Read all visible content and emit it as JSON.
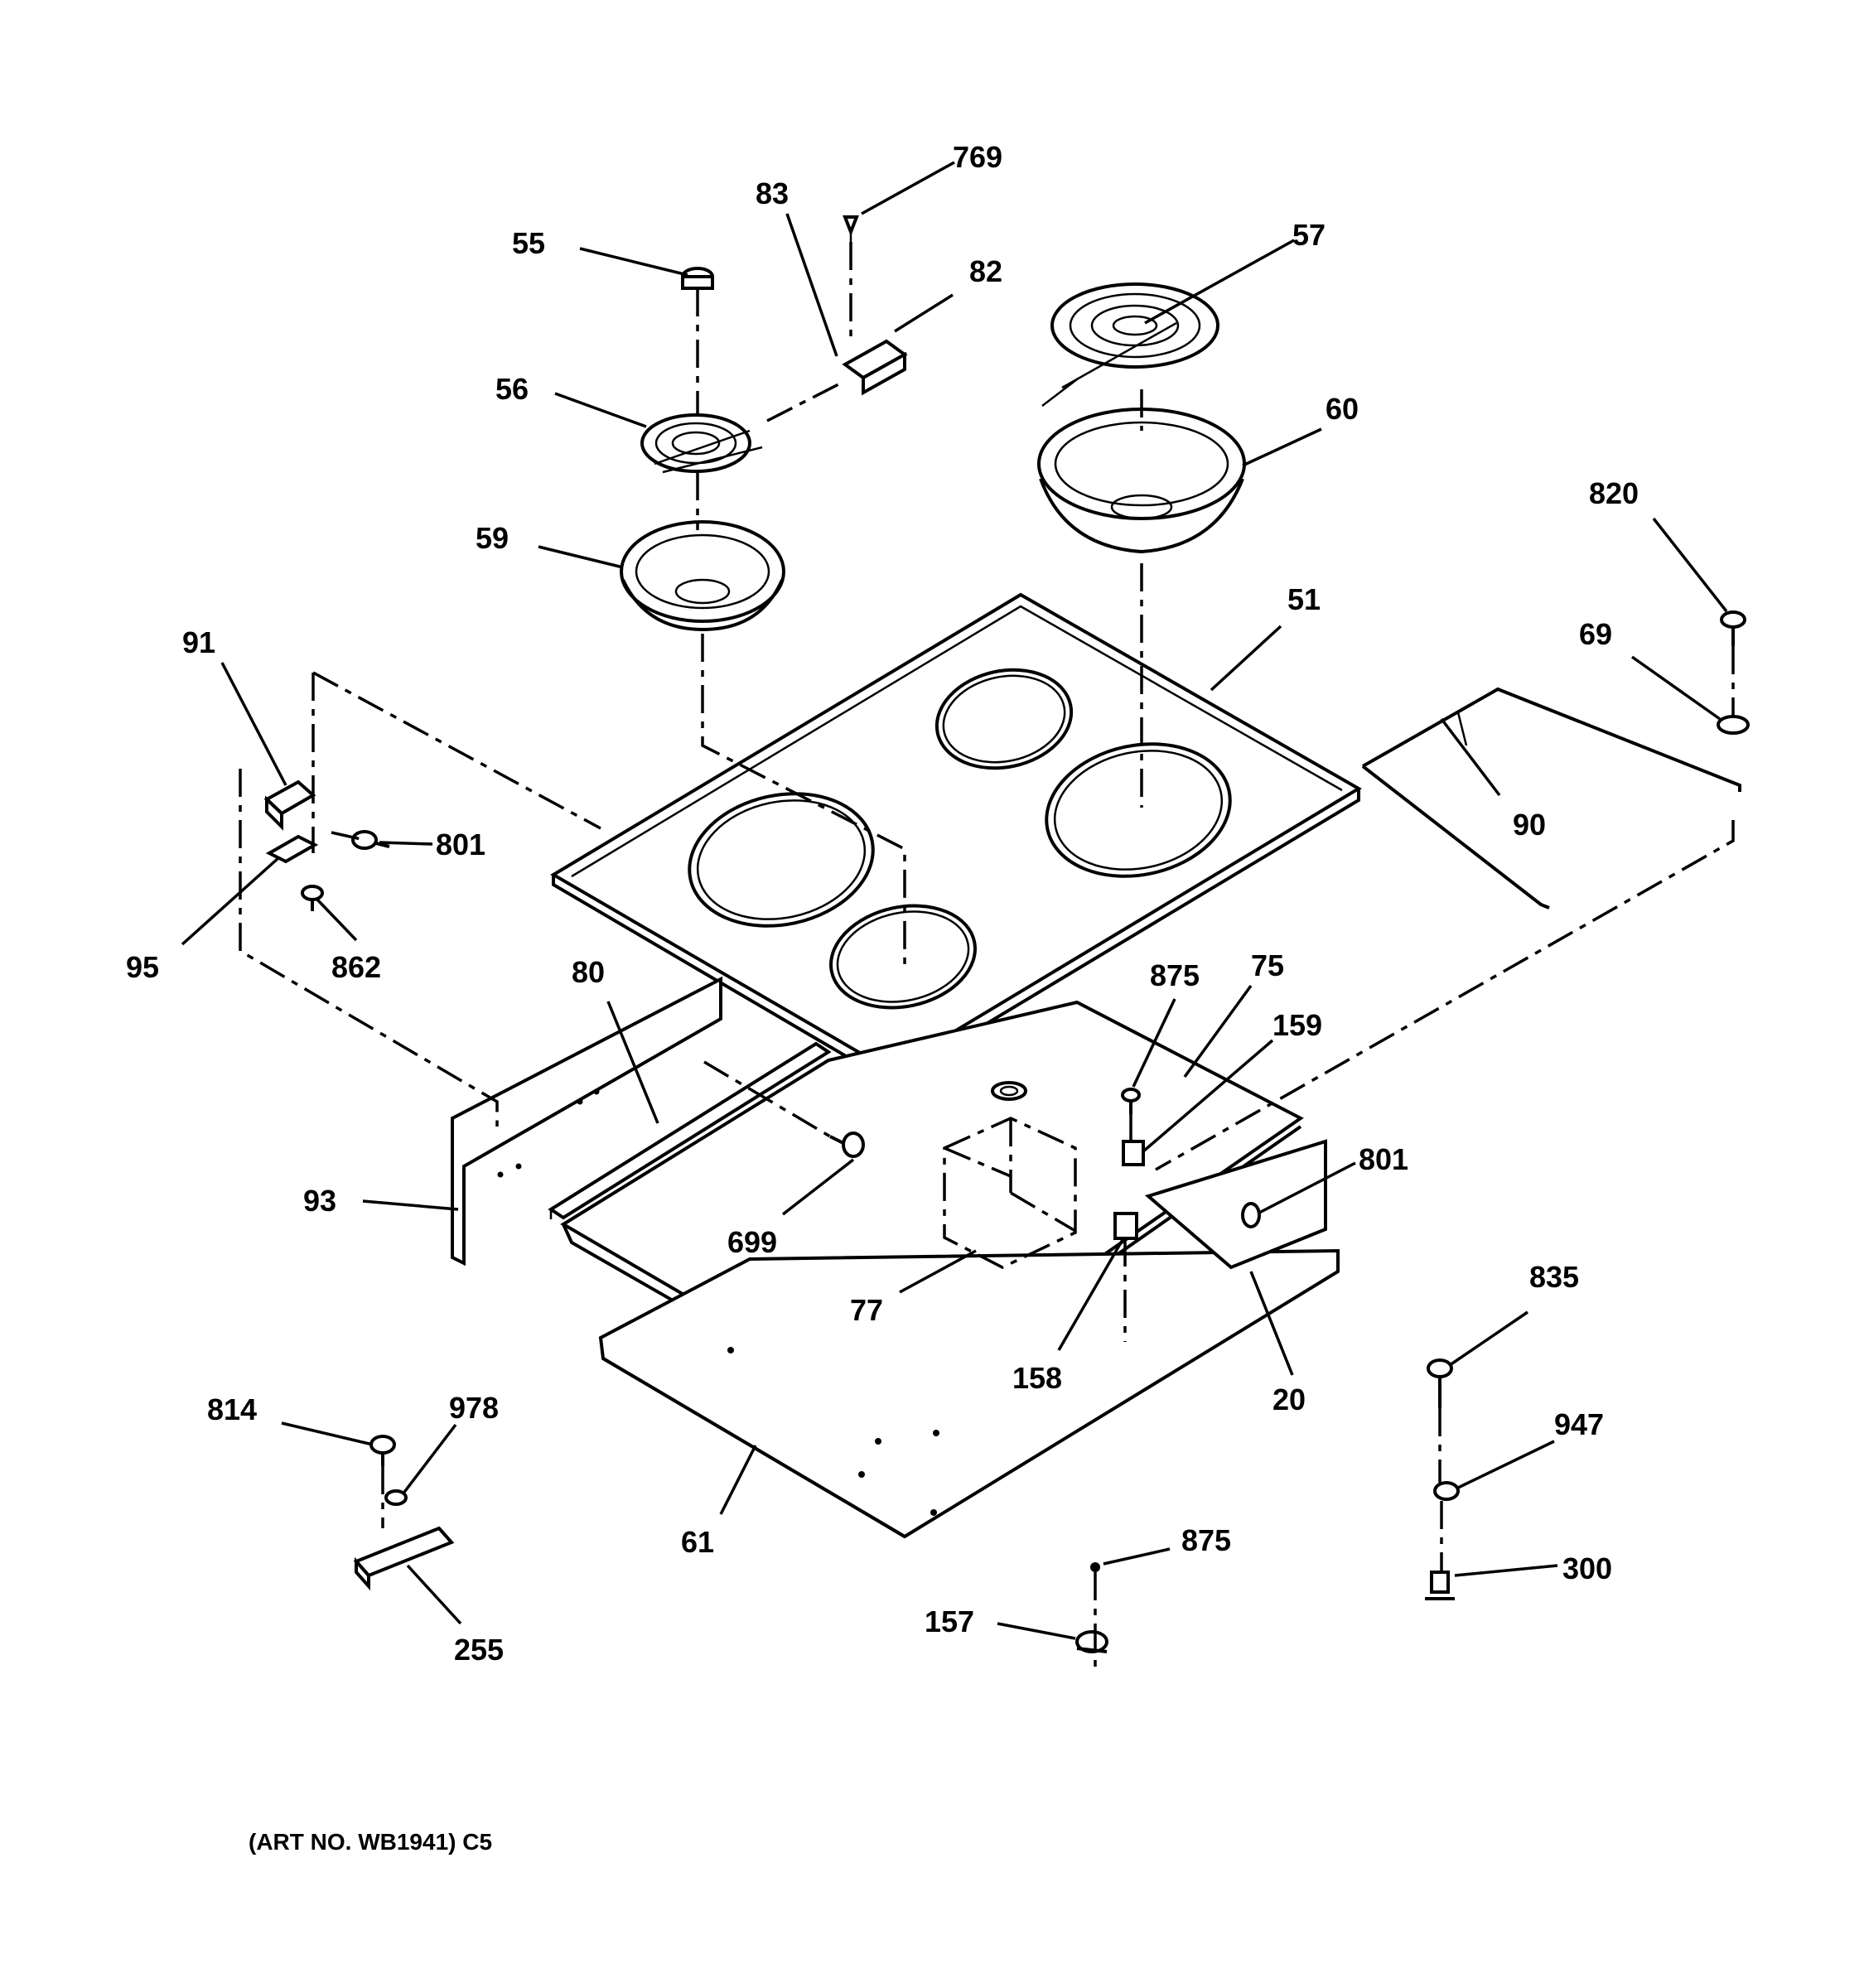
{
  "diagram": {
    "caption": "(ART NO. WB1941) C5",
    "labels": {
      "p769": "769",
      "p83": "83",
      "p55": "55",
      "p82": "82",
      "p57": "57",
      "p56": "56",
      "p60": "60",
      "p820": "820",
      "p59": "59",
      "p51": "51",
      "p69": "69",
      "p91": "91",
      "p90": "90",
      "p801a": "801",
      "p95": "95",
      "p862": "862",
      "p80": "80",
      "p875a": "875",
      "p75": "75",
      "p159": "159",
      "p801b": "801",
      "p93": "93",
      "p699": "699",
      "p77": "77",
      "p835": "835",
      "p158": "158",
      "p20": "20",
      "p814": "814",
      "p978": "978",
      "p947": "947",
      "p61": "61",
      "p875b": "875",
      "p300": "300",
      "p157": "157",
      "p255": "255"
    }
  }
}
